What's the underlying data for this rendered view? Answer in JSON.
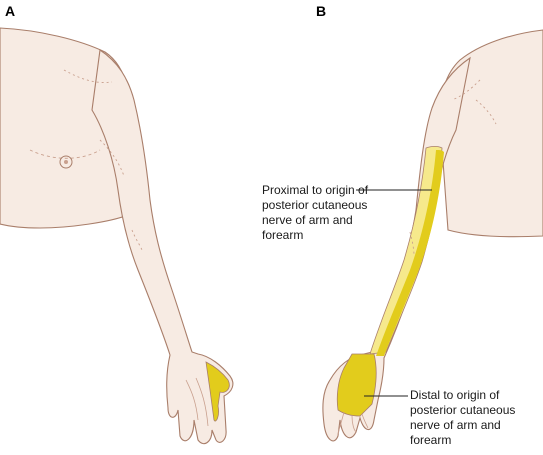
{
  "panels": [
    {
      "label": "A"
    },
    {
      "label": "B"
    }
  ],
  "annotations": {
    "proximal": [
      "Proximal to origin of",
      "posterior cutaneous",
      "nerve of arm and",
      "forearm"
    ],
    "distal": [
      "Distal to origin of",
      "posterior cutaneous",
      "nerve of arm and",
      "forearm"
    ]
  },
  "colors": {
    "skin": "#f7ebe3",
    "outline": "#a97e6a",
    "detail": "#c9a08e",
    "strip_light": "#f6e98c",
    "strip_dark": "#e2cc1c",
    "leader": "#222222"
  }
}
